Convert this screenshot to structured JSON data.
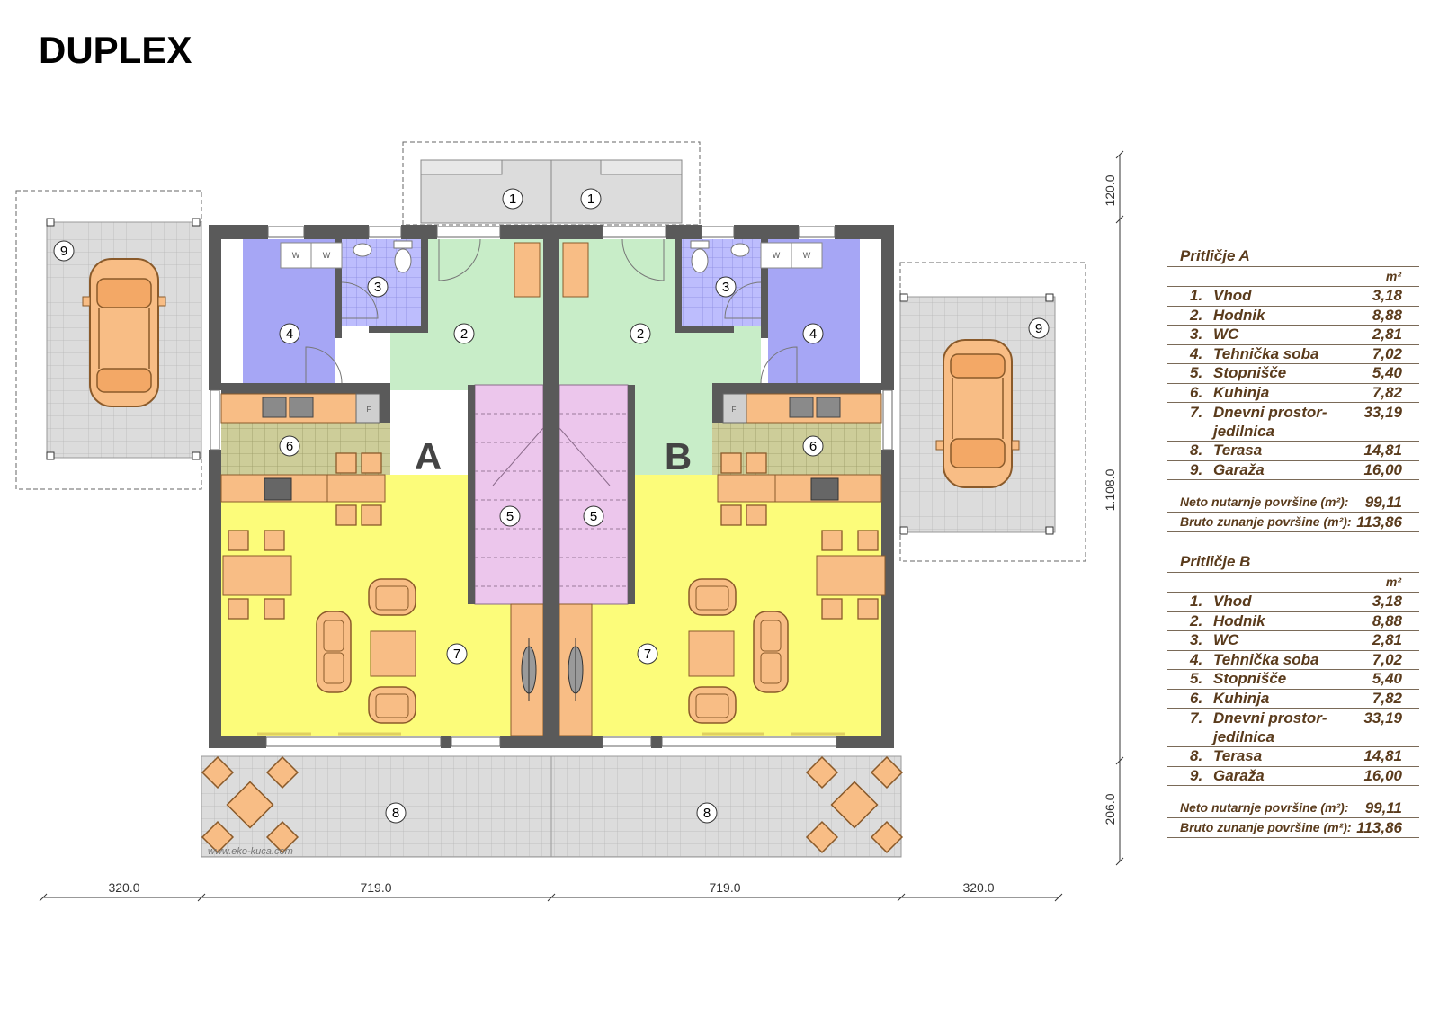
{
  "title": "DUPLEX",
  "watermark": "www.eko-kuca.com",
  "units": {
    "A": "A",
    "B": "B"
  },
  "dimensions": {
    "horizontal": [
      "320.0",
      "719.0",
      "719.0",
      "320.0"
    ],
    "vertical": [
      "120.0",
      "1.108.0",
      "206.0"
    ]
  },
  "room_numbers": {
    "entry": "1",
    "hall": "2",
    "wc": "3",
    "tech": "4",
    "stairs": "5",
    "kitchen": "6",
    "living": "7",
    "terrace": "8",
    "garage": "9"
  },
  "appliance_labels": {
    "washer": "W",
    "fridge": "F"
  },
  "tables": [
    {
      "title": "Pritličje A",
      "unit": "m²",
      "rooms": [
        {
          "num": "1.",
          "name": "Vhod",
          "area": "3,18"
        },
        {
          "num": "2.",
          "name": "Hodnik",
          "area": "8,88"
        },
        {
          "num": "3.",
          "name": "WC",
          "area": "2,81"
        },
        {
          "num": "4.",
          "name": "Tehnička soba",
          "area": "7,02"
        },
        {
          "num": "5.",
          "name": "Stopnišče",
          "area": "5,40"
        },
        {
          "num": "6.",
          "name": "Kuhinja",
          "area": "7,82"
        },
        {
          "num": "7.",
          "name": "Dnevni prostor-jedilnica",
          "area": "33,19"
        },
        {
          "num": "8.",
          "name": "Terasa",
          "area": "14,81"
        },
        {
          "num": "9.",
          "name": "Garaža",
          "area": "16,00"
        }
      ],
      "net_label": "Neto nutarnje površine (m²):",
      "net_value": "99,11",
      "gross_label": "Bruto zunanje površine (m²):",
      "gross_value": "113,86"
    },
    {
      "title": "Pritličje B",
      "unit": "m²",
      "rooms": [
        {
          "num": "1.",
          "name": "Vhod",
          "area": "3,18"
        },
        {
          "num": "2.",
          "name": "Hodnik",
          "area": "8,88"
        },
        {
          "num": "3.",
          "name": "WC",
          "area": "2,81"
        },
        {
          "num": "4.",
          "name": "Tehnička soba",
          "area": "7,02"
        },
        {
          "num": "5.",
          "name": "Stopnišče",
          "area": "5,40"
        },
        {
          "num": "6.",
          "name": "Kuhinja",
          "area": "7,82"
        },
        {
          "num": "7.",
          "name": "Dnevni prostor-jedilnica",
          "area": "33,19"
        },
        {
          "num": "8.",
          "name": "Terasa",
          "area": "14,81"
        },
        {
          "num": "9.",
          "name": "Garaža",
          "area": "16,00"
        }
      ],
      "net_label": "Neto nutarnje površine (m²):",
      "net_value": "99,11",
      "gross_label": "Bruto zunanje površine (m²):",
      "gross_value": "113,86"
    }
  ],
  "colors": {
    "hall": "#c8edc8",
    "tech": "#a6a6f5",
    "wc_tile": "#bdbdfd",
    "stairs": "#ecc6ec",
    "living": "#fcfc7a",
    "kitchen_tile": "#cdcd99",
    "orange": "#f8bd85",
    "paving": "#dcdcdc",
    "wall": "#5a5a5a",
    "text_brown": "#5a3b1c"
  }
}
